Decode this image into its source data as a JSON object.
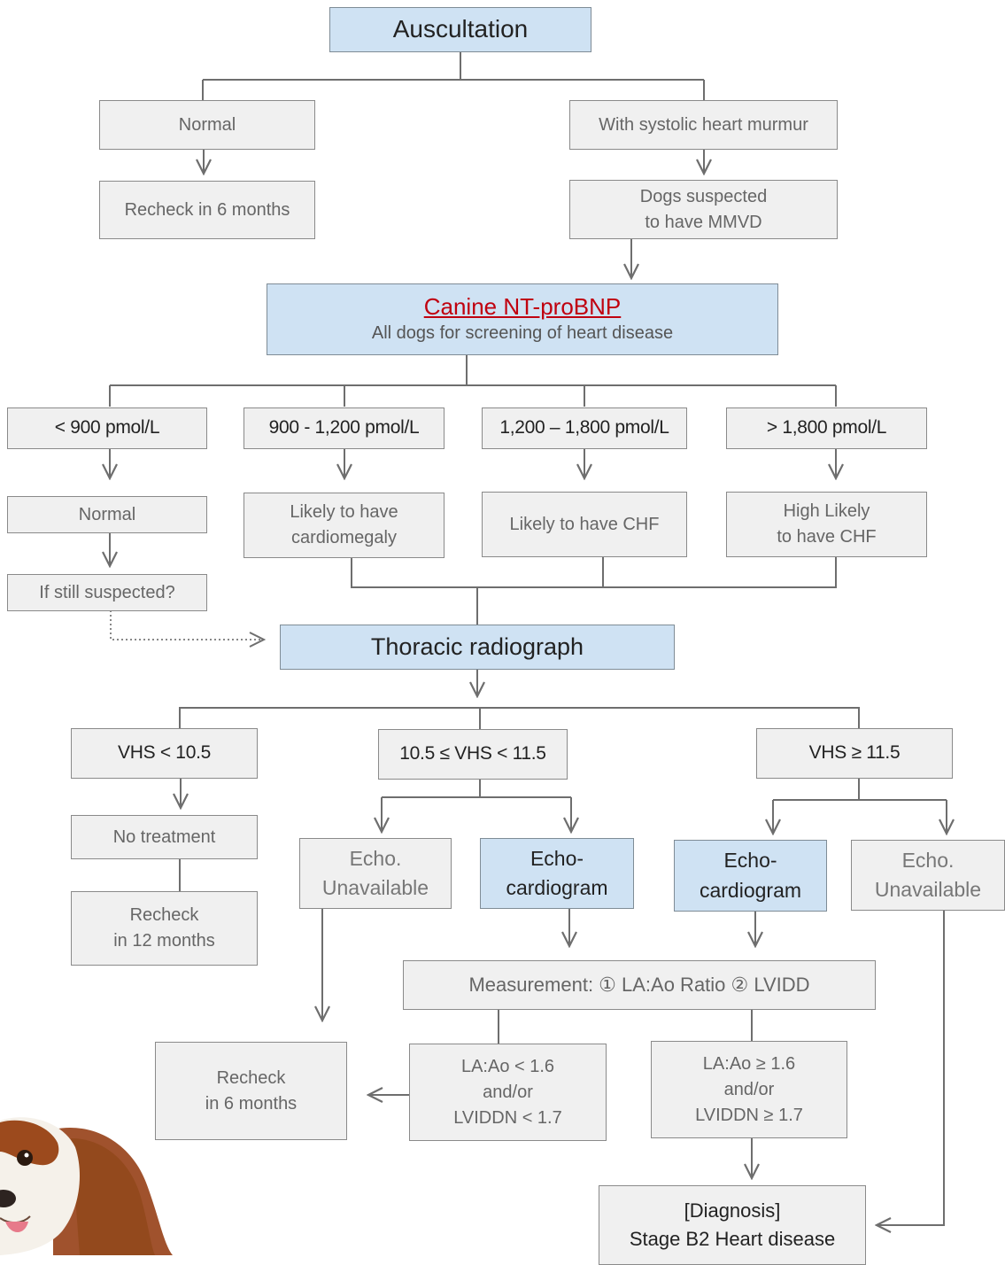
{
  "nodes": {
    "auscultation": "Auscultation",
    "normal_top": "Normal",
    "murmur": "With systolic heart murmur",
    "recheck6_top": "Recheck in 6 months",
    "suspected": [
      "Dogs suspected",
      "to have MMVD"
    ],
    "ntprobnp_title": "Canine NT-proBNP",
    "ntprobnp_sub": "All dogs for screening of heart disease",
    "range1": "< 900 pmol/L",
    "range2": "900 - 1,200 pmol/L",
    "range3": "1,200 – 1,800 pmol/L",
    "range4": "> 1,800 pmol/L",
    "normal_mid": "Normal",
    "cardiomegaly": [
      "Likely to have",
      "cardiomegaly"
    ],
    "chf": "Likely to have CHF",
    "high_chf": [
      "High Likely",
      "to have CHF"
    ],
    "still_suspected": "If still suspected?",
    "radiograph": "Thoracic radiograph",
    "vhs1": "VHS < 10.5",
    "vhs2": "10.5 ≤ VHS < 11.5",
    "vhs3": "VHS ≥ 11.5",
    "no_treatment": "No treatment",
    "recheck12": [
      "Recheck",
      "in 12 months"
    ],
    "echo_unavailable_left": [
      "Echo.",
      "Unavailable"
    ],
    "echo_left": [
      "Echo-",
      "cardiogram"
    ],
    "echo_right": [
      "Echo-",
      "cardiogram"
    ],
    "echo_unavailable_right": [
      "Echo.",
      "Unavailable"
    ],
    "measurement": "Measurement: ① LA:Ao Ratio  ② LVIDD",
    "recheck6_bottom": [
      "Recheck",
      "in 6 months"
    ],
    "low_ratio": [
      "LA:Ao < 1.6",
      "and/or",
      "LVIDDN < 1.7"
    ],
    "high_ratio": [
      "LA:Ao ≥ 1.6",
      "and/or",
      "LVIDDN ≥ 1.7"
    ],
    "diagnosis": [
      "[Diagnosis]",
      "Stage B2 Heart disease"
    ]
  },
  "colors": {
    "highlight_fill": "#cfe2f3",
    "node_fill": "#f0f0f0",
    "connector": "#6e6e6e",
    "link_red": "#c0000f"
  },
  "icons": {
    "dog": "cavalier-king-charles-dog-illustration"
  }
}
